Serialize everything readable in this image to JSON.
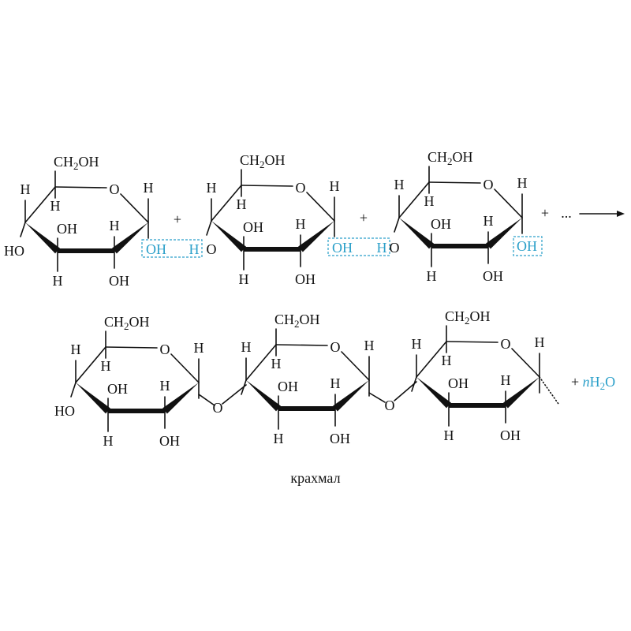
{
  "labels": {
    "oh": "OH",
    "ho": "HO",
    "h": "H",
    "o": "O",
    "ch2oh_a": "CH",
    "ch2oh_sub": "2",
    "ch2oh_b": "OH",
    "plus": "+",
    "dots": "...",
    "plus_n": "+ ",
    "n": "n",
    "h2o_h": "H",
    "h2o_sub": "2",
    "h2o_o": "O",
    "product_name": "крахмал"
  },
  "colors": {
    "highlight": "#2a9fc9",
    "ink": "#111111"
  }
}
